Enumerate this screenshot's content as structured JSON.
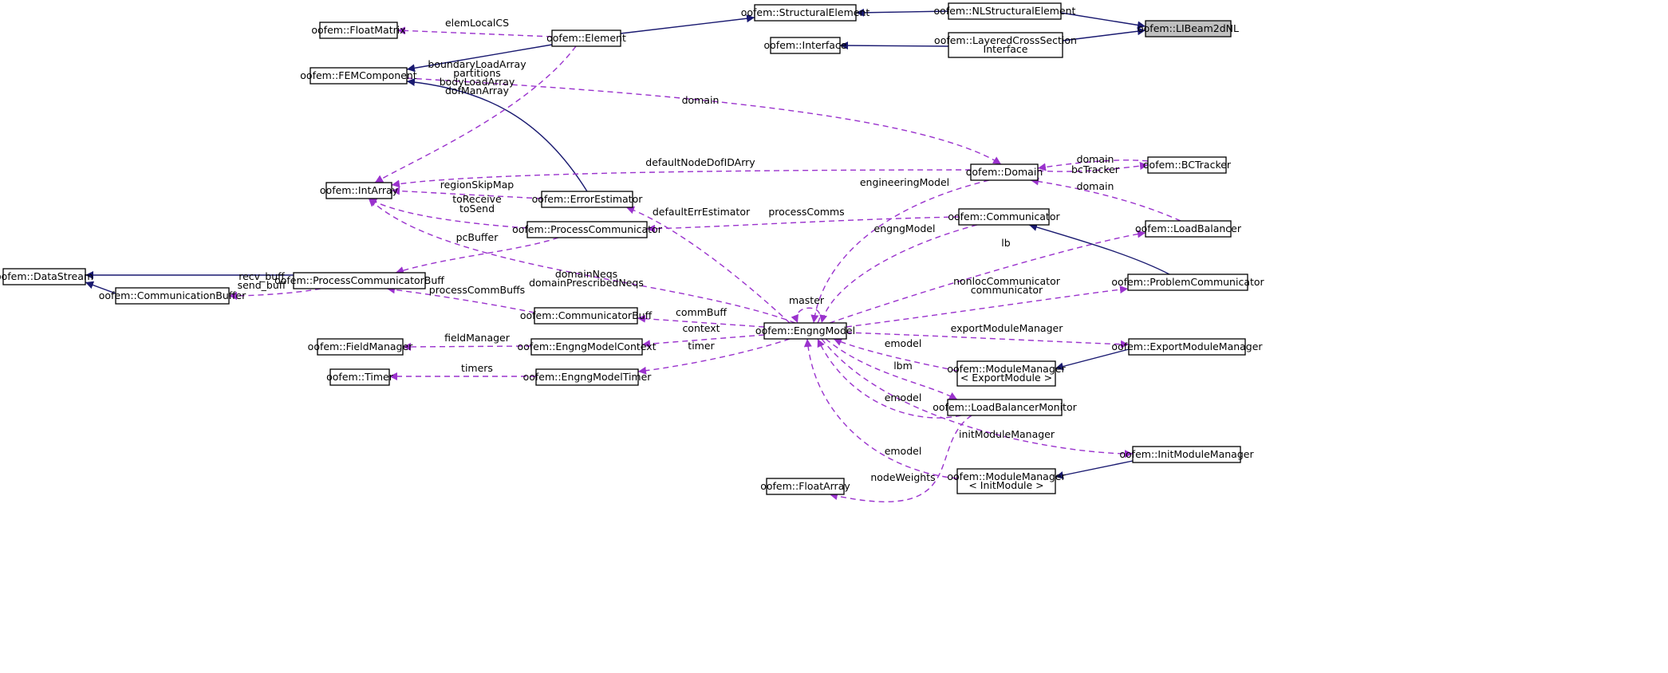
{
  "nodes": [
    {
      "id": "LIBeam2dNL",
      "lines": [
        "oofem::LIBeam2dNL"
      ]
    },
    {
      "id": "NLStructuralElement",
      "lines": [
        "oofem::NLStructuralElement"
      ]
    },
    {
      "id": "StructuralElement",
      "lines": [
        "oofem::StructuralElement"
      ]
    },
    {
      "id": "LayeredCrossSectionInterface",
      "lines": [
        "oofem::LayeredCrossSection",
        "Interface"
      ]
    },
    {
      "id": "Interface",
      "lines": [
        "oofem::Interface"
      ]
    },
    {
      "id": "FloatMatrix",
      "lines": [
        "oofem::FloatMatrix"
      ]
    },
    {
      "id": "Element",
      "lines": [
        "oofem::Element"
      ]
    },
    {
      "id": "FEMComponent",
      "lines": [
        "oofem::FEMComponent"
      ]
    },
    {
      "id": "IntArray",
      "lines": [
        "oofem::IntArray"
      ]
    },
    {
      "id": "ErrorEstimator",
      "lines": [
        "oofem::ErrorEstimator"
      ]
    },
    {
      "id": "ProcessCommunicator",
      "lines": [
        "oofem::ProcessCommunicator"
      ]
    },
    {
      "id": "DataStream",
      "lines": [
        "oofem::DataStream"
      ]
    },
    {
      "id": "ProcessCommunicatorBuff",
      "lines": [
        "oofem::ProcessCommunicatorBuff"
      ]
    },
    {
      "id": "CommunicationBuffer",
      "lines": [
        "oofem::CommunicationBuffer"
      ]
    },
    {
      "id": "CommunicatorBuff",
      "lines": [
        "oofem::CommunicatorBuff"
      ]
    },
    {
      "id": "FieldManager",
      "lines": [
        "oofem::FieldManager"
      ]
    },
    {
      "id": "EngngModelContext",
      "lines": [
        "oofem::EngngModelContext"
      ]
    },
    {
      "id": "Timer",
      "lines": [
        "oofem::Timer"
      ]
    },
    {
      "id": "EngngModelTimer",
      "lines": [
        "oofem::EngngModelTimer"
      ]
    },
    {
      "id": "EngngModel",
      "lines": [
        "oofem::EngngModel"
      ]
    },
    {
      "id": "Domain",
      "lines": [
        "oofem::Domain"
      ]
    },
    {
      "id": "BCTracker",
      "lines": [
        "oofem::BCTracker"
      ]
    },
    {
      "id": "Communicator",
      "lines": [
        "oofem::Communicator"
      ]
    },
    {
      "id": "LoadBalancer",
      "lines": [
        "oofem::LoadBalancer"
      ]
    },
    {
      "id": "ProblemCommunicator",
      "lines": [
        "oofem::ProblemCommunicator"
      ]
    },
    {
      "id": "ExportModuleManager",
      "lines": [
        "oofem::ExportModuleManager"
      ]
    },
    {
      "id": "ModuleManagerExport",
      "lines": [
        "oofem::ModuleManager",
        "< ExportModule >"
      ]
    },
    {
      "id": "LoadBalancerMonitor",
      "lines": [
        "oofem::LoadBalancerMonitor"
      ]
    },
    {
      "id": "InitModuleManager",
      "lines": [
        "oofem::InitModuleManager"
      ]
    },
    {
      "id": "ModuleManagerInit",
      "lines": [
        "oofem::ModuleManager",
        "< InitModule >"
      ]
    },
    {
      "id": "FloatArray",
      "lines": [
        "oofem::FloatArray"
      ]
    }
  ],
  "edges": [
    {
      "id": "e1",
      "from": "NLStructuralElement",
      "to": "LIBeam2dNL",
      "style": "inheritance"
    },
    {
      "id": "e2",
      "from": "LayeredCrossSectionInterface",
      "to": "LIBeam2dNL",
      "style": "inheritance"
    },
    {
      "id": "e3",
      "from": "StructuralElement",
      "to": "NLStructuralElement",
      "style": "inheritance"
    },
    {
      "id": "e4",
      "from": "Interface",
      "to": "LayeredCrossSectionInterface",
      "style": "inheritance"
    },
    {
      "id": "e5",
      "from": "Element",
      "to": "StructuralElement",
      "style": "inheritance"
    },
    {
      "id": "e6",
      "from": "FEMComponent",
      "to": "Element",
      "style": "inheritance"
    },
    {
      "id": "e7",
      "from": "FEMComponent",
      "to": "ErrorEstimator",
      "style": "inheritance"
    },
    {
      "id": "e8",
      "from": "FloatMatrix",
      "to": "Element",
      "style": "usage",
      "labels": [
        "elemLocalCS"
      ]
    },
    {
      "id": "e9",
      "from": "IntArray",
      "to": "Element",
      "style": "usage",
      "labels": [
        "boundaryLoadArray",
        "partitions",
        "bodyLoadArray",
        "dofManArray"
      ]
    },
    {
      "id": "e10",
      "from": "Domain",
      "to": "FEMComponent",
      "style": "usage",
      "labels": [
        "domain"
      ]
    },
    {
      "id": "e11",
      "from": "IntArray",
      "to": "Domain",
      "style": "usage",
      "labels": [
        "defaultNodeDofIDArry"
      ]
    },
    {
      "id": "e12",
      "from": "IntArray",
      "to": "ErrorEstimator",
      "style": "usage",
      "labels": [
        "regionSkipMap"
      ]
    },
    {
      "id": "e13",
      "from": "IntArray",
      "to": "ProcessCommunicator",
      "style": "usage",
      "labels": [
        "toReceive",
        "toSend"
      ]
    },
    {
      "id": "e14",
      "from": "IntArray",
      "to": "EngngModel",
      "style": "usage",
      "labels": [
        "domainNeqs",
        "domainPrescribedNeqs"
      ]
    },
    {
      "id": "e15",
      "from": "DataStream",
      "to": "ProcessCommunicatorBuff",
      "style": "inheritance"
    },
    {
      "id": "e16",
      "from": "DataStream",
      "to": "CommunicationBuffer",
      "style": "inheritance"
    },
    {
      "id": "e17",
      "from": "CommunicationBuffer",
      "to": "ProcessCommunicatorBuff",
      "style": "usage",
      "labels": [
        "recv_buff",
        "send_buff"
      ]
    },
    {
      "id": "e18",
      "from": "ProcessCommunicatorBuff",
      "to": "ProcessCommunicator",
      "style": "usage",
      "labels": [
        "pcBuffer"
      ]
    },
    {
      "id": "e19",
      "from": "ProcessCommunicatorBuff",
      "to": "CommunicatorBuff",
      "style": "usage",
      "labels": [
        "processCommBuffs"
      ]
    },
    {
      "id": "e20",
      "from": "ProcessCommunicator",
      "to": "Communicator",
      "style": "usage",
      "labels": [
        "processComms"
      ]
    },
    {
      "id": "e21",
      "from": "ErrorEstimator",
      "to": "EngngModel",
      "style": "usage",
      "labels": [
        "defaultErrEstimator"
      ]
    },
    {
      "id": "e22",
      "from": "CommunicatorBuff",
      "to": "EngngModel",
      "style": "usage",
      "labels": [
        "commBuff"
      ]
    },
    {
      "id": "e23",
      "from": "FieldManager",
      "to": "EngngModelContext",
      "style": "usage",
      "labels": [
        "fieldManager"
      ]
    },
    {
      "id": "e24",
      "from": "EngngModelContext",
      "to": "EngngModel",
      "style": "usage",
      "labels": [
        "context"
      ]
    },
    {
      "id": "e25",
      "from": "Timer",
      "to": "EngngModelTimer",
      "style": "usage",
      "labels": [
        "timers"
      ]
    },
    {
      "id": "e26",
      "from": "EngngModelTimer",
      "to": "EngngModel",
      "style": "usage",
      "labels": [
        "timer"
      ]
    },
    {
      "id": "e27",
      "from": "EngngModel",
      "to": "Domain",
      "style": "usage",
      "labels": [
        "engineeringModel"
      ]
    },
    {
      "id": "e28",
      "from": "EngngModel",
      "to": "Communicator",
      "style": "usage",
      "labels": [
        "engngModel"
      ]
    },
    {
      "id": "e29",
      "from": "EngngModel",
      "to": "EngngModel",
      "style": "usage",
      "labels": [
        "master"
      ]
    },
    {
      "id": "e30",
      "from": "Domain",
      "to": "BCTracker",
      "style": "usage",
      "labels": [
        "domain"
      ]
    },
    {
      "id": "e31",
      "from": "BCTracker",
      "to": "Domain",
      "style": "usage",
      "labels": [
        "bcTracker"
      ]
    },
    {
      "id": "e32",
      "from": "Domain",
      "to": "LoadBalancer",
      "style": "usage",
      "labels": [
        "domain"
      ]
    },
    {
      "id": "e33",
      "from": "LoadBalancer",
      "to": "EngngModel",
      "style": "usage",
      "labels": [
        "lb"
      ]
    },
    {
      "id": "e34",
      "from": "Communicator",
      "to": "ProblemCommunicator",
      "style": "inheritance"
    },
    {
      "id": "e35",
      "from": "ProblemCommunicator",
      "to": "EngngModel",
      "style": "usage",
      "labels": [
        "nonlocCommunicator",
        "communicator"
      ]
    },
    {
      "id": "e36",
      "from": "ExportModuleManager",
      "to": "EngngModel",
      "style": "usage",
      "labels": [
        "exportModuleManager"
      ]
    },
    {
      "id": "e37",
      "from": "ModuleManagerExport",
      "to": "ExportModuleManager",
      "style": "inheritance"
    },
    {
      "id": "e38",
      "from": "EngngModel",
      "to": "ModuleManagerExport",
      "style": "usage",
      "labels": [
        "emodel"
      ]
    },
    {
      "id": "e39",
      "from": "LoadBalancerMonitor",
      "to": "EngngModel",
      "style": "usage",
      "labels": [
        "lbm"
      ]
    },
    {
      "id": "e40",
      "from": "EngngModel",
      "to": "LoadBalancerMonitor",
      "style": "usage",
      "labels": [
        "emodel"
      ]
    },
    {
      "id": "e41",
      "from": "InitModuleManager",
      "to": "EngngModel",
      "style": "usage",
      "labels": [
        "initModuleManager"
      ]
    },
    {
      "id": "e42",
      "from": "ModuleManagerInit",
      "to": "InitModuleManager",
      "style": "inheritance"
    },
    {
      "id": "e43",
      "from": "EngngModel",
      "to": "ModuleManagerInit",
      "style": "usage",
      "labels": [
        "emodel"
      ]
    },
    {
      "id": "e44",
      "from": "FloatArray",
      "to": "LoadBalancerMonitor",
      "style": "usage",
      "labels": [
        "nodeWeights"
      ]
    }
  ],
  "colors": {
    "inheritance": "#191970",
    "usage": "#9a32cd",
    "highlight_fill": "#bfbfbf",
    "node_border": "#000000"
  }
}
